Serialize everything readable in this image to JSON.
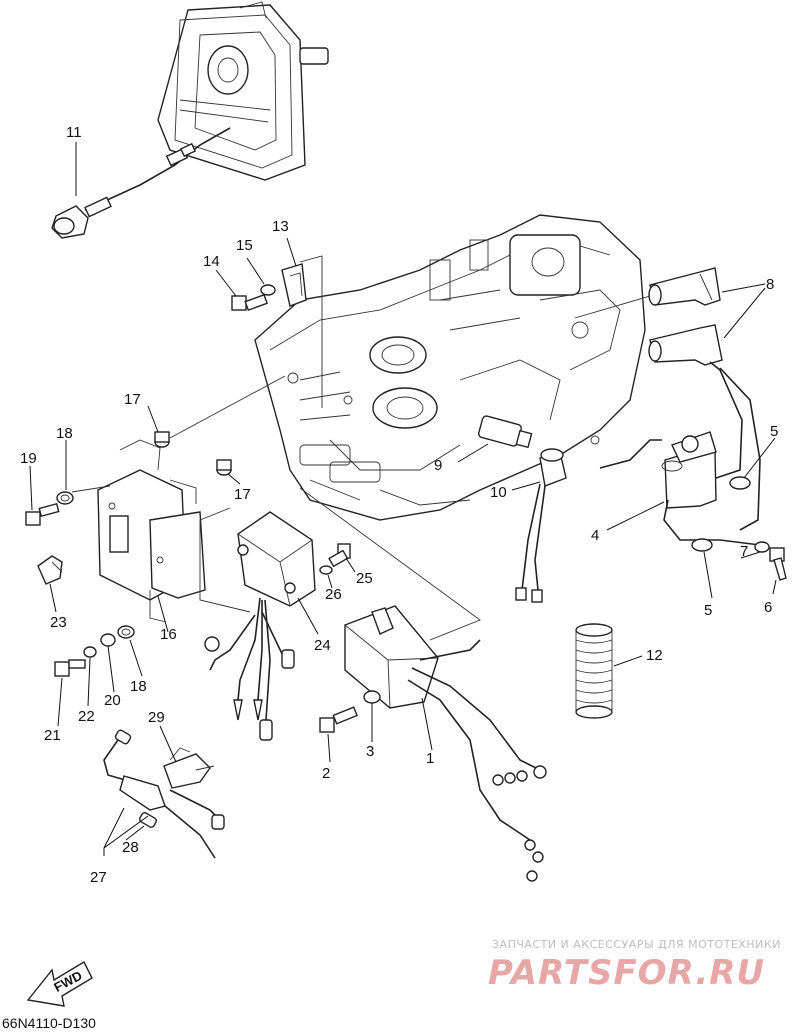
{
  "diagram_code": "66N4110-D130",
  "fwd_label": "FWD",
  "watermark": {
    "tagline": "ЗАПЧАСТИ И АКСЕССУАРЫ ДЛЯ МОТОТЕХНИКИ",
    "brand": "PARTSFOR.RU"
  },
  "callouts": [
    "1",
    "2",
    "3",
    "4",
    "5",
    "5",
    "6",
    "7",
    "8",
    "9",
    "10",
    "11",
    "12",
    "13",
    "14",
    "15",
    "16",
    "17",
    "17",
    "18",
    "18",
    "19",
    "20",
    "21",
    "22",
    "23",
    "24",
    "25",
    "26",
    "27",
    "28",
    "29"
  ],
  "colors": {
    "line": "#111111",
    "background": "#ffffff",
    "watermark_red": "#e7a7a7"
  }
}
